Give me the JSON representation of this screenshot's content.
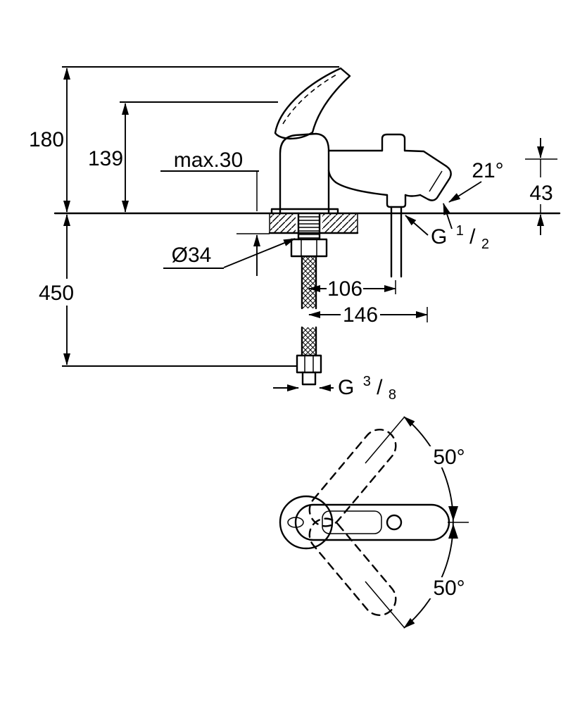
{
  "drawing": {
    "type": "technical-dimension-drawing",
    "subject": "single-lever bath/basin mixer faucet",
    "colors": {
      "line": "#000000",
      "background": "#ffffff"
    },
    "side_view": {
      "dim_total_height": "180",
      "dim_body_height": "139",
      "deck_thickness_label": "max.30",
      "spout_angle": "21°",
      "dim_outlet_drop": "43",
      "hole_diameter": "Ø34",
      "dim_hose_length": "450",
      "dim_shower_outlet_reach": "106",
      "dim_spout_reach": "146",
      "thread_spout": {
        "base": "G",
        "numerator": "1",
        "slash": "/",
        "denominator": "2"
      },
      "thread_supply": {
        "base": "G",
        "numerator": "3",
        "slash": "/",
        "denominator": "8"
      }
    },
    "top_view": {
      "swing_angle_up": "50°",
      "swing_angle_down": "50°"
    }
  }
}
